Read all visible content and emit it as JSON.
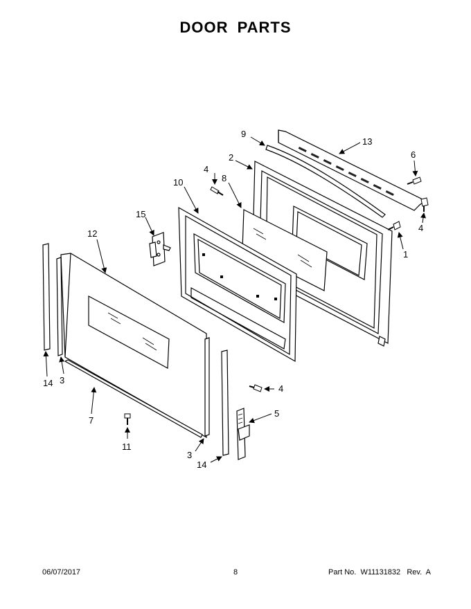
{
  "title": "DOOR PARTS",
  "callouts": [
    {
      "id": "c9",
      "label": "9"
    },
    {
      "id": "c13",
      "label": "13"
    },
    {
      "id": "c2",
      "label": "2"
    },
    {
      "id": "c6",
      "label": "6"
    },
    {
      "id": "c4a",
      "label": "4"
    },
    {
      "id": "c8",
      "label": "8"
    },
    {
      "id": "c10",
      "label": "10"
    },
    {
      "id": "c4b",
      "label": "4"
    },
    {
      "id": "c15",
      "label": "15"
    },
    {
      "id": "c1",
      "label": "1"
    },
    {
      "id": "c12",
      "label": "12"
    },
    {
      "id": "c14a",
      "label": "14"
    },
    {
      "id": "c3a",
      "label": "3"
    },
    {
      "id": "c7",
      "label": "7"
    },
    {
      "id": "c4c",
      "label": "4"
    },
    {
      "id": "c5",
      "label": "5"
    },
    {
      "id": "c11",
      "label": "11"
    },
    {
      "id": "c3b",
      "label": "3"
    },
    {
      "id": "c14b",
      "label": "14"
    }
  ],
  "footer": {
    "date": "06/07/2017",
    "page": "8",
    "part_number": "Part No.  W11131832   Rev.  A"
  }
}
